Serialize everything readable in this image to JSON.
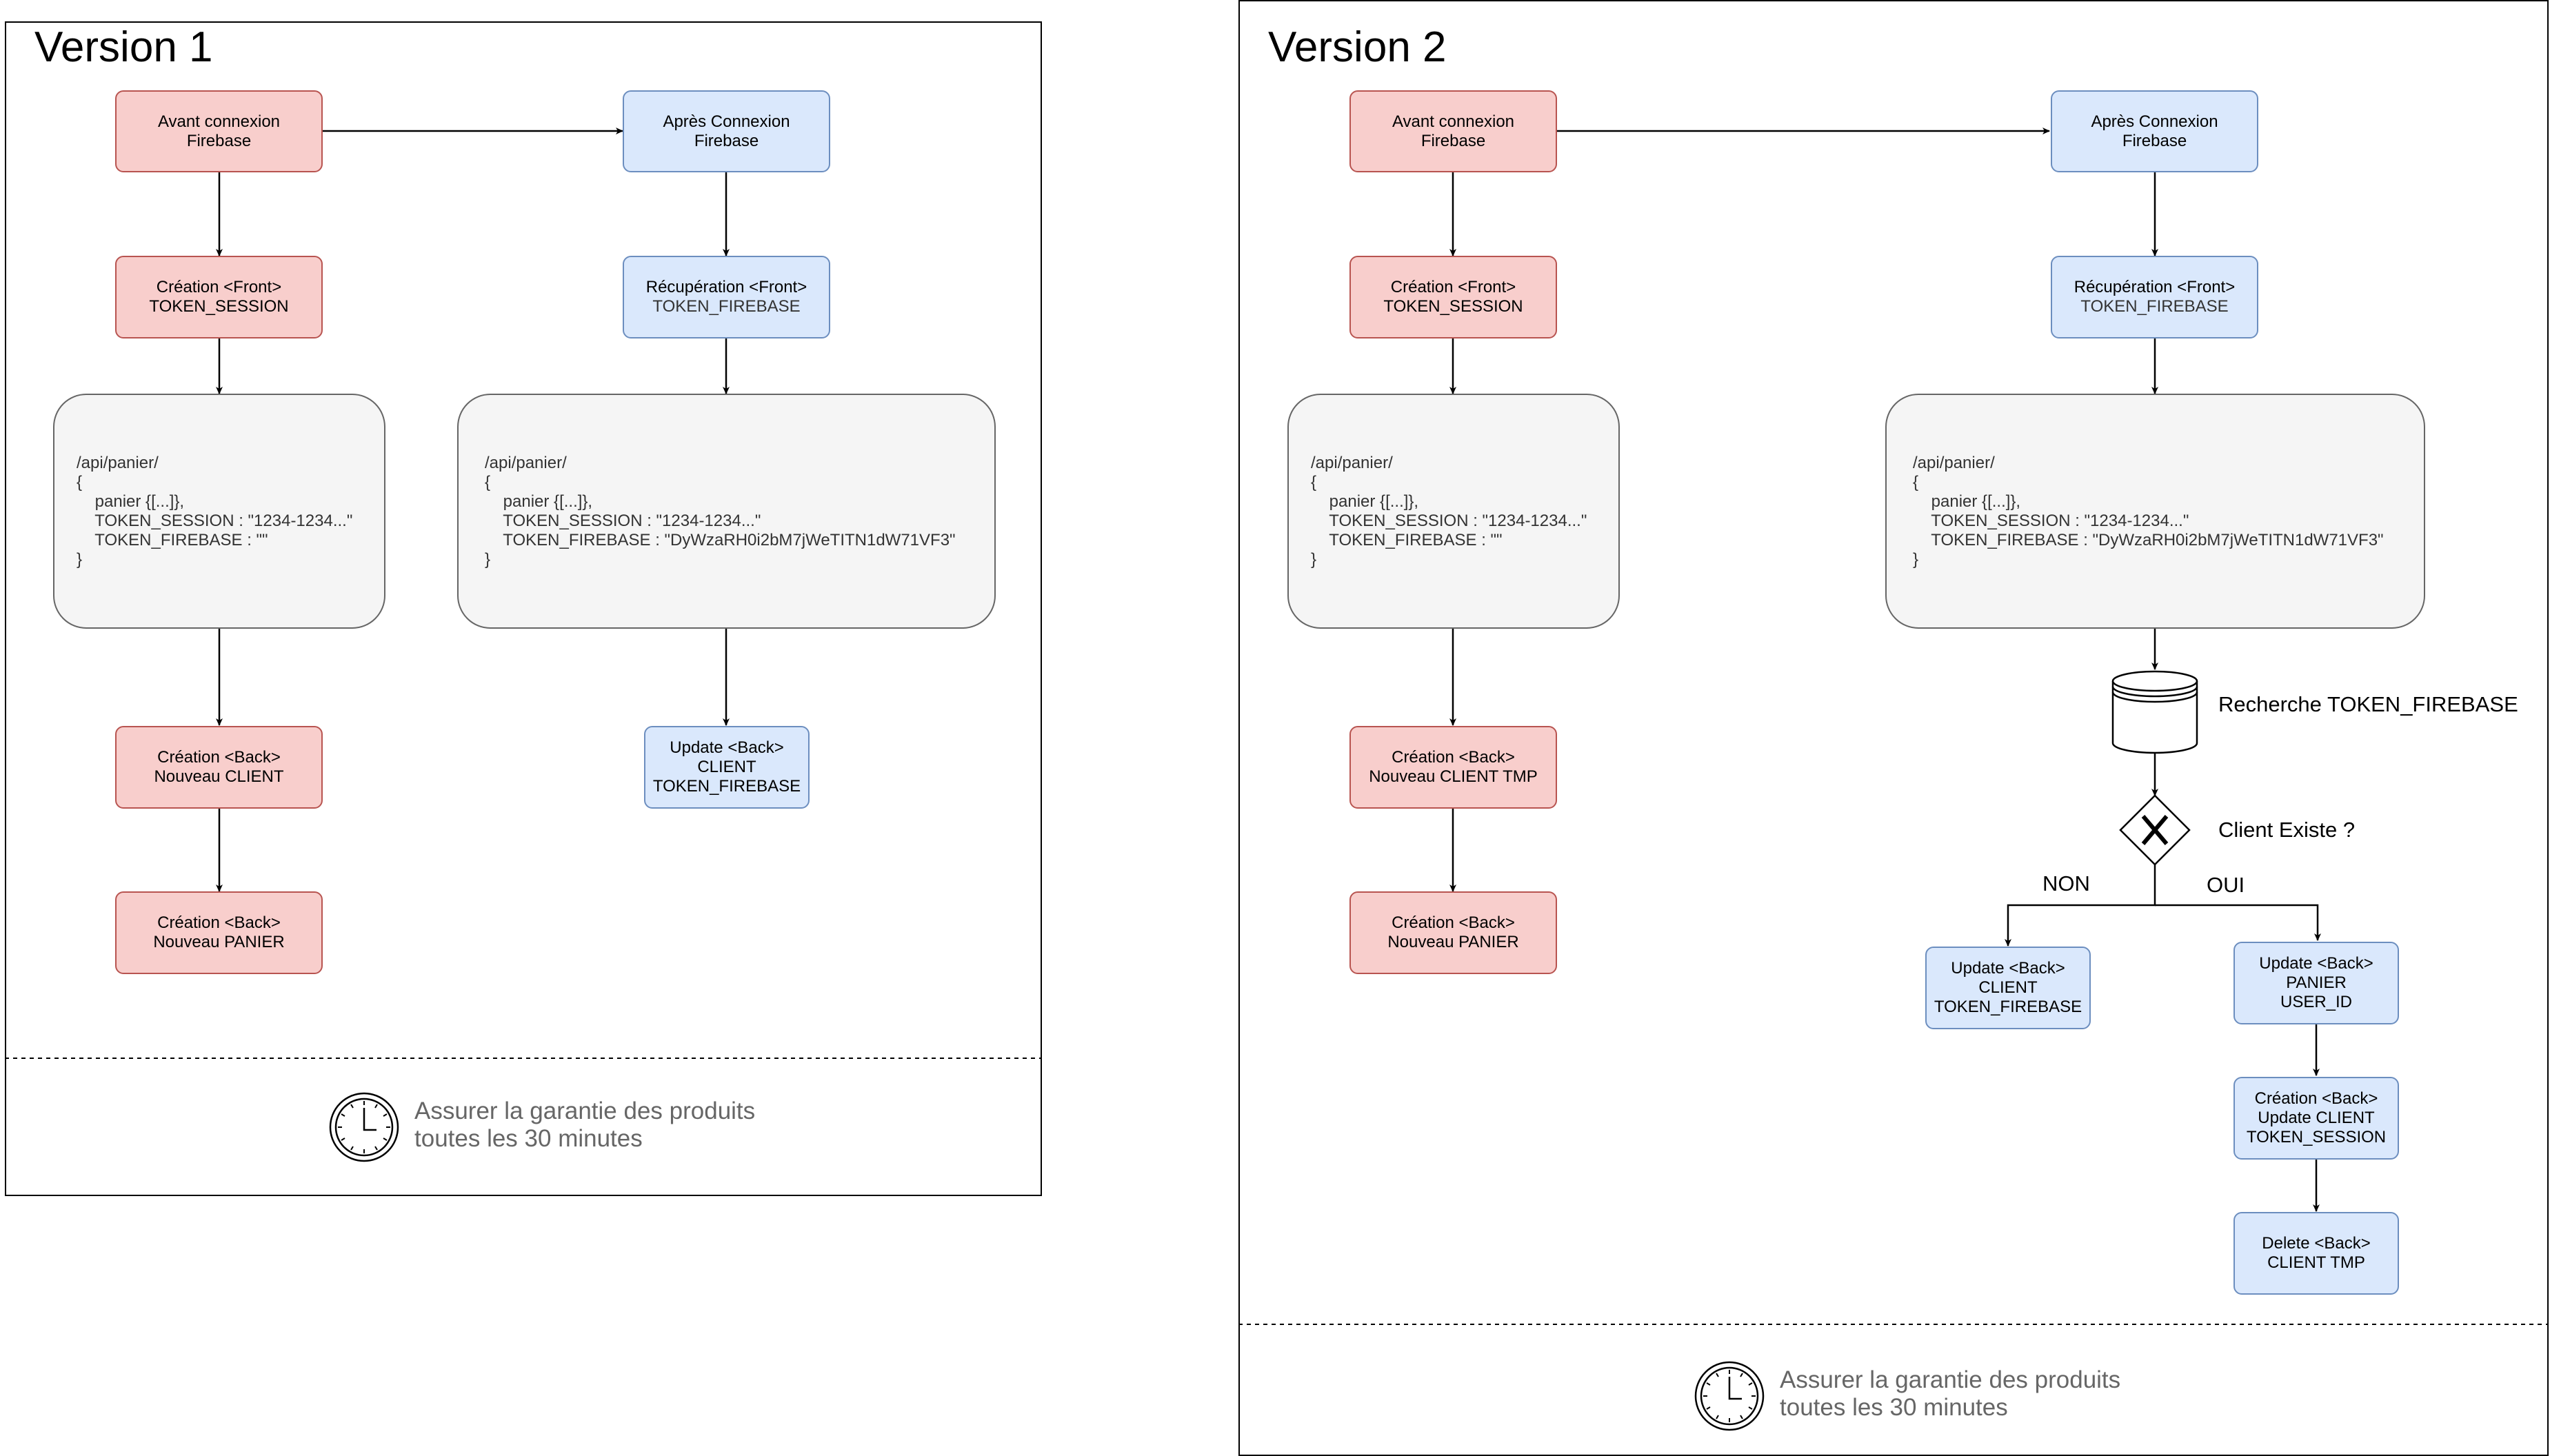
{
  "v1": {
    "title": "Version 1",
    "avant": [
      "Avant connexion",
      "Firebase"
    ],
    "apres": [
      "Après Connexion",
      "Firebase"
    ],
    "creation_front": [
      "Création <Front>",
      "TOKEN_SESSION"
    ],
    "recup_front": [
      "Récupération <Front>",
      "TOKEN_FIREBASE"
    ],
    "api_left": [
      "/api/panier/",
      "{",
      "    panier {[...]},",
      "    TOKEN_SESSION : \"1234-1234...\"",
      "    TOKEN_FIREBASE : \"\"",
      "}"
    ],
    "api_right": [
      "/api/panier/",
      "{",
      "    panier {[...]},",
      "    TOKEN_SESSION : \"1234-1234...\"",
      "    TOKEN_FIREBASE : \"DyWzaRH0i2bM7jWeTITN1dW71VF3\"",
      "}"
    ],
    "creation_back_client": [
      "Création <Back>",
      "Nouveau CLIENT"
    ],
    "creation_back_panier": [
      "Création <Back>",
      "Nouveau PANIER"
    ],
    "update_back": [
      "Update <Back>",
      "CLIENT",
      "TOKEN_FIREBASE"
    ],
    "note": [
      "Assurer la garantie des produits",
      "toutes les 30 minutes"
    ]
  },
  "v2": {
    "title": "Version 2",
    "avant": [
      "Avant connexion",
      "Firebase"
    ],
    "apres": [
      "Après Connexion",
      "Firebase"
    ],
    "creation_front": [
      "Création <Front>",
      "TOKEN_SESSION"
    ],
    "recup_front": [
      "Récupération <Front>",
      "TOKEN_FIREBASE"
    ],
    "api_left": [
      "/api/panier/",
      "{",
      "    panier {[...]},",
      "    TOKEN_SESSION : \"1234-1234...\"",
      "    TOKEN_FIREBASE : \"\"",
      "}"
    ],
    "api_right": [
      "/api/panier/",
      "{",
      "    panier {[...]},",
      "    TOKEN_SESSION : \"1234-1234...\"",
      "    TOKEN_FIREBASE : \"DyWzaRH0i2bM7jWeTITN1dW71VF3\"",
      "}"
    ],
    "creation_back_client": [
      "Création <Back>",
      "Nouveau CLIENT TMP"
    ],
    "creation_back_panier": [
      "Création <Back>",
      "Nouveau PANIER"
    ],
    "db_label": "Recherche TOKEN_FIREBASE",
    "gateway_label": "Client Existe ?",
    "non_label": "NON",
    "oui_label": "OUI",
    "update_client": [
      "Update <Back>",
      "CLIENT",
      "TOKEN_FIREBASE"
    ],
    "update_panier": [
      "Update <Back>",
      "PANIER",
      "USER_ID"
    ],
    "creation_update_client": [
      "Création <Back>",
      "Update CLIENT",
      "TOKEN_SESSION"
    ],
    "delete_client": [
      "Delete <Back>",
      "CLIENT TMP"
    ],
    "note": [
      "Assurer la garantie des produits",
      "toutes les 30 minutes"
    ]
  }
}
